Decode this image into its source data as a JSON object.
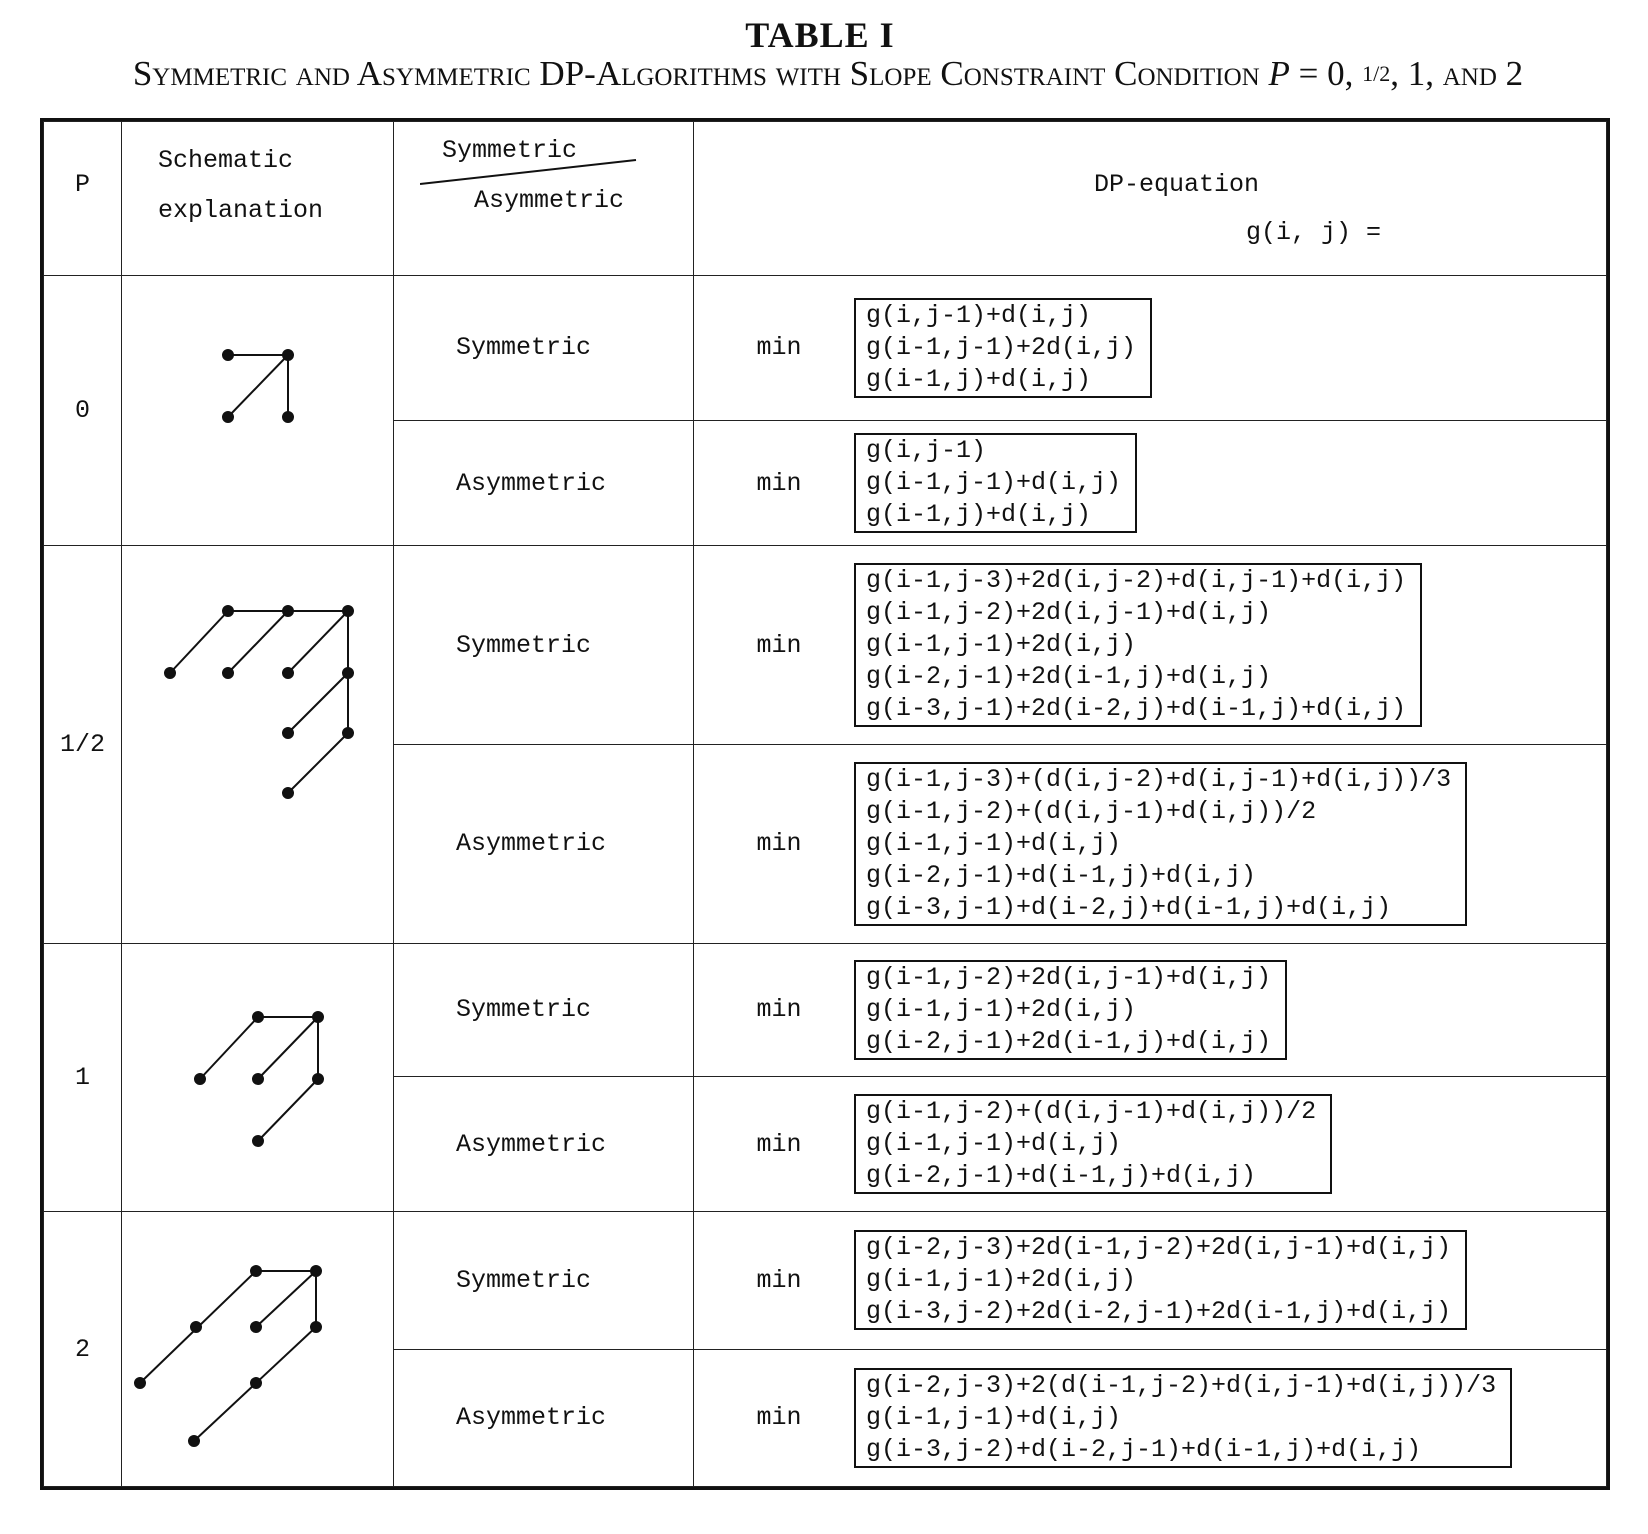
{
  "title": "TABLE I",
  "subtitle": {
    "pre": "Symmetric and Asymmetric DP-Algorithms with Slope Constraint Condition ",
    "var": "P",
    "mid": " = 0, ",
    "half": "1/2",
    "post": ", 1, and 2"
  },
  "header": {
    "p": "P",
    "schematic_line1": "Schematic",
    "schematic_line2": "explanation",
    "sym_top": "Symmetric",
    "sym_bottom": "Asymmetric",
    "dp_line1": "DP-equation",
    "dp_line2": "g(i, j) ="
  },
  "rows": [
    {
      "p": "0",
      "symmetric": {
        "label": "Symmetric",
        "min": "min",
        "lines": [
          "g(i,j-1)+d(i,j)",
          "g(i-1,j-1)+2d(i,j)",
          "g(i-1,j)+d(i,j)"
        ]
      },
      "asymmetric": {
        "label": "Asymmetric",
        "min": "min",
        "lines": [
          "g(i,j-1)",
          "g(i-1,j-1)+d(i,j)",
          "g(i-1,j)+d(i,j)"
        ]
      }
    },
    {
      "p": "1/2",
      "symmetric": {
        "label": "Symmetric",
        "min": "min",
        "lines": [
          "g(i-1,j-3)+2d(i,j-2)+d(i,j-1)+d(i,j)",
          "g(i-1,j-2)+2d(i,j-1)+d(i,j)",
          "g(i-1,j-1)+2d(i,j)",
          "g(i-2,j-1)+2d(i-1,j)+d(i,j)",
          "g(i-3,j-1)+2d(i-2,j)+d(i-1,j)+d(i,j)"
        ]
      },
      "asymmetric": {
        "label": "Asymmetric",
        "min": "min",
        "lines": [
          "g(i-1,j-3)+(d(i,j-2)+d(i,j-1)+d(i,j))/3",
          "g(i-1,j-2)+(d(i,j-1)+d(i,j))/2",
          "g(i-1,j-1)+d(i,j)",
          "g(i-2,j-1)+d(i-1,j)+d(i,j)",
          "g(i-3,j-1)+d(i-2,j)+d(i-1,j)+d(i,j)"
        ]
      }
    },
    {
      "p": "1",
      "symmetric": {
        "label": "Symmetric",
        "min": "min",
        "lines": [
          "g(i-1,j-2)+2d(i,j-1)+d(i,j)",
          "g(i-1,j-1)+2d(i,j)",
          "g(i-2,j-1)+2d(i-1,j)+d(i,j)"
        ]
      },
      "asymmetric": {
        "label": "Asymmetric",
        "min": "min",
        "lines": [
          "g(i-1,j-2)+(d(i,j-1)+d(i,j))/2",
          "g(i-1,j-1)+d(i,j)",
          "g(i-2,j-1)+d(i-1,j)+d(i,j)"
        ]
      }
    },
    {
      "p": "2",
      "symmetric": {
        "label": "Symmetric",
        "min": "min",
        "lines": [
          "g(i-2,j-3)+2d(i-1,j-2)+2d(i,j-1)+d(i,j)",
          "g(i-1,j-1)+2d(i,j)",
          "g(i-3,j-2)+2d(i-2,j-1)+2d(i-1,j)+d(i,j)"
        ]
      },
      "asymmetric": {
        "label": "Asymmetric",
        "min": "min",
        "lines": [
          "g(i-2,j-3)+2(d(i-1,j-2)+d(i,j-1)+d(i,j))/3",
          "g(i-1,j-1)+d(i,j)",
          "g(i-3,j-2)+d(i-2,j-1)+d(i-1,j)+d(i,j)"
        ]
      }
    }
  ]
}
